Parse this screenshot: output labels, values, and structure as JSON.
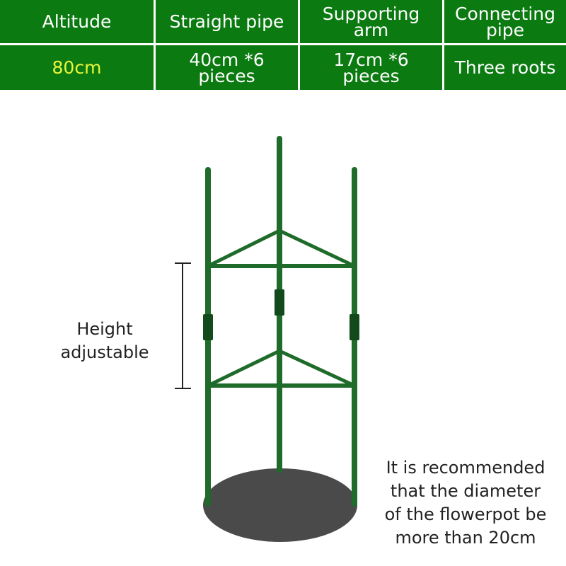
{
  "spec_table": {
    "headers": [
      "Altitude",
      "Straight pipe",
      "Supporting\narm",
      "Connecting\npipe"
    ],
    "values": [
      "80cm",
      "40cm *6\npieces",
      "17cm *6\npieces",
      "Three roots"
    ]
  },
  "labels": {
    "height_adjustable": "Height\nadjustable",
    "recommendation": "It is recommended\nthat the diameter\nof the flowerpot be\nmore than 20cm"
  },
  "colors": {
    "table_green": "#0b7a10",
    "highlight_yellow": "#e8f53a",
    "frame_green": "#1e6b2a",
    "pot_gray": "#4a4a4a"
  }
}
